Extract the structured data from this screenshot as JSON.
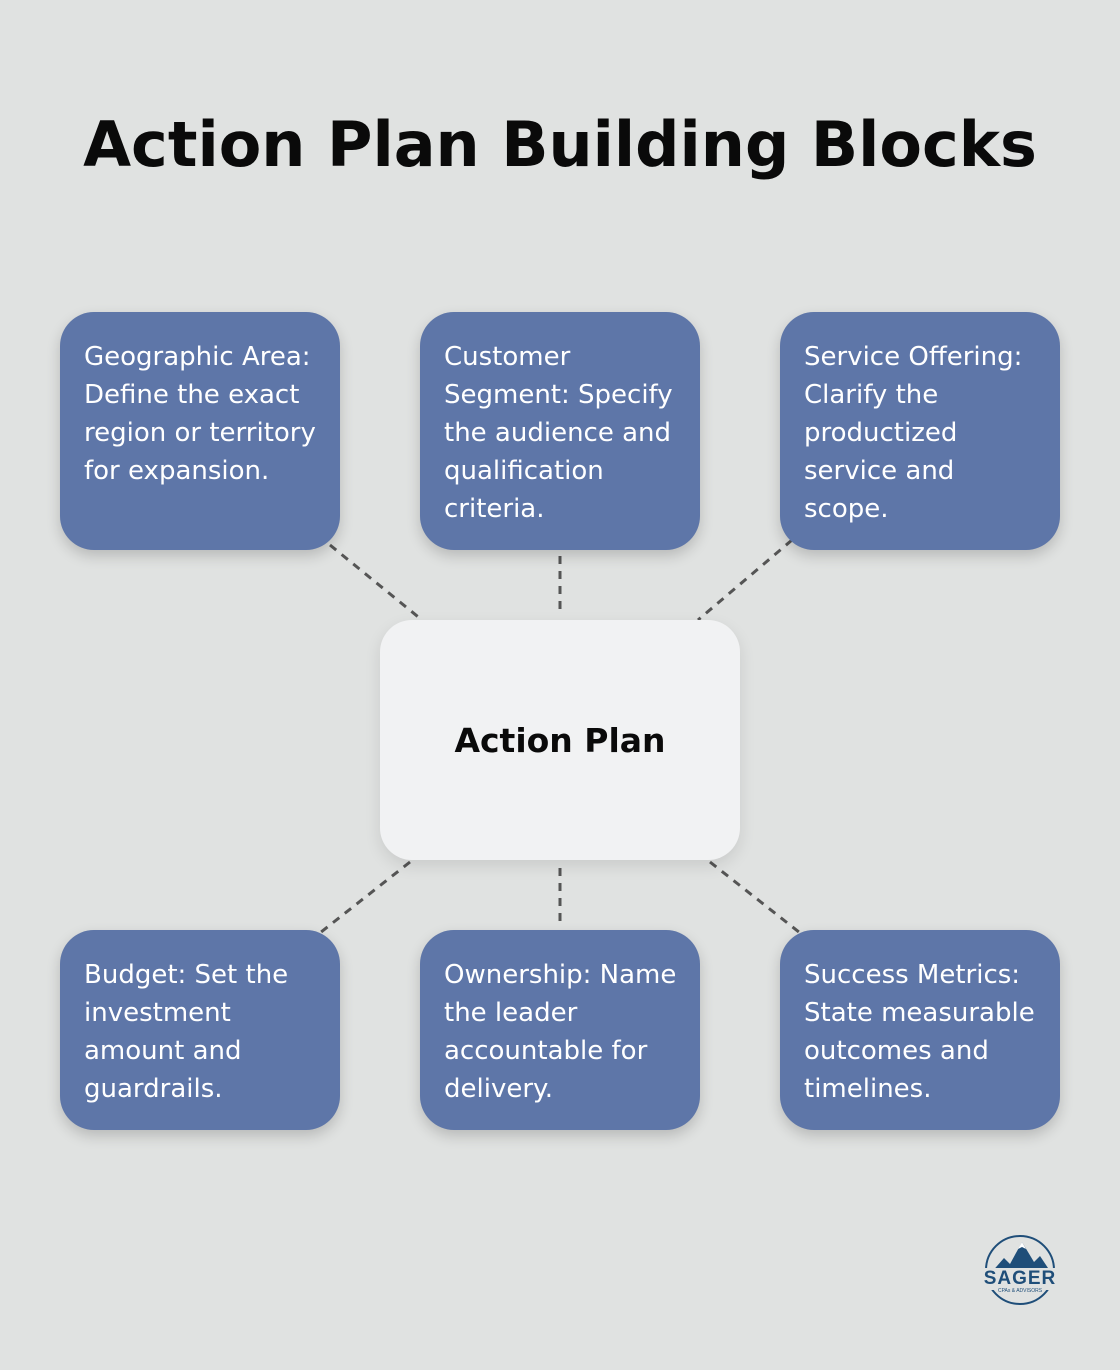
{
  "title": "Action Plan Building Blocks",
  "center": {
    "label": "Action Plan"
  },
  "blocks": [
    {
      "text": "Geographic Area: Define the exact region or territory for expansion."
    },
    {
      "text": "Customer Segment: Specify the audience and qualification criteria."
    },
    {
      "text": "Service Offering: Clarify the productized service and scope."
    },
    {
      "text": "Budget: Set the investment amount and guardrails."
    },
    {
      "text": "Ownership: Name the leader accountable for delivery."
    },
    {
      "text": "Success Metrics: State measurable outcomes and timelines."
    }
  ],
  "logo": {
    "name": "SAGER",
    "tagline": "CPAs & ADVISORS"
  },
  "colors": {
    "background": "#e0e2e1",
    "block": "#5e76a8",
    "center": "#f1f2f3",
    "connector": "#555555",
    "logo": "#1f4e79"
  }
}
